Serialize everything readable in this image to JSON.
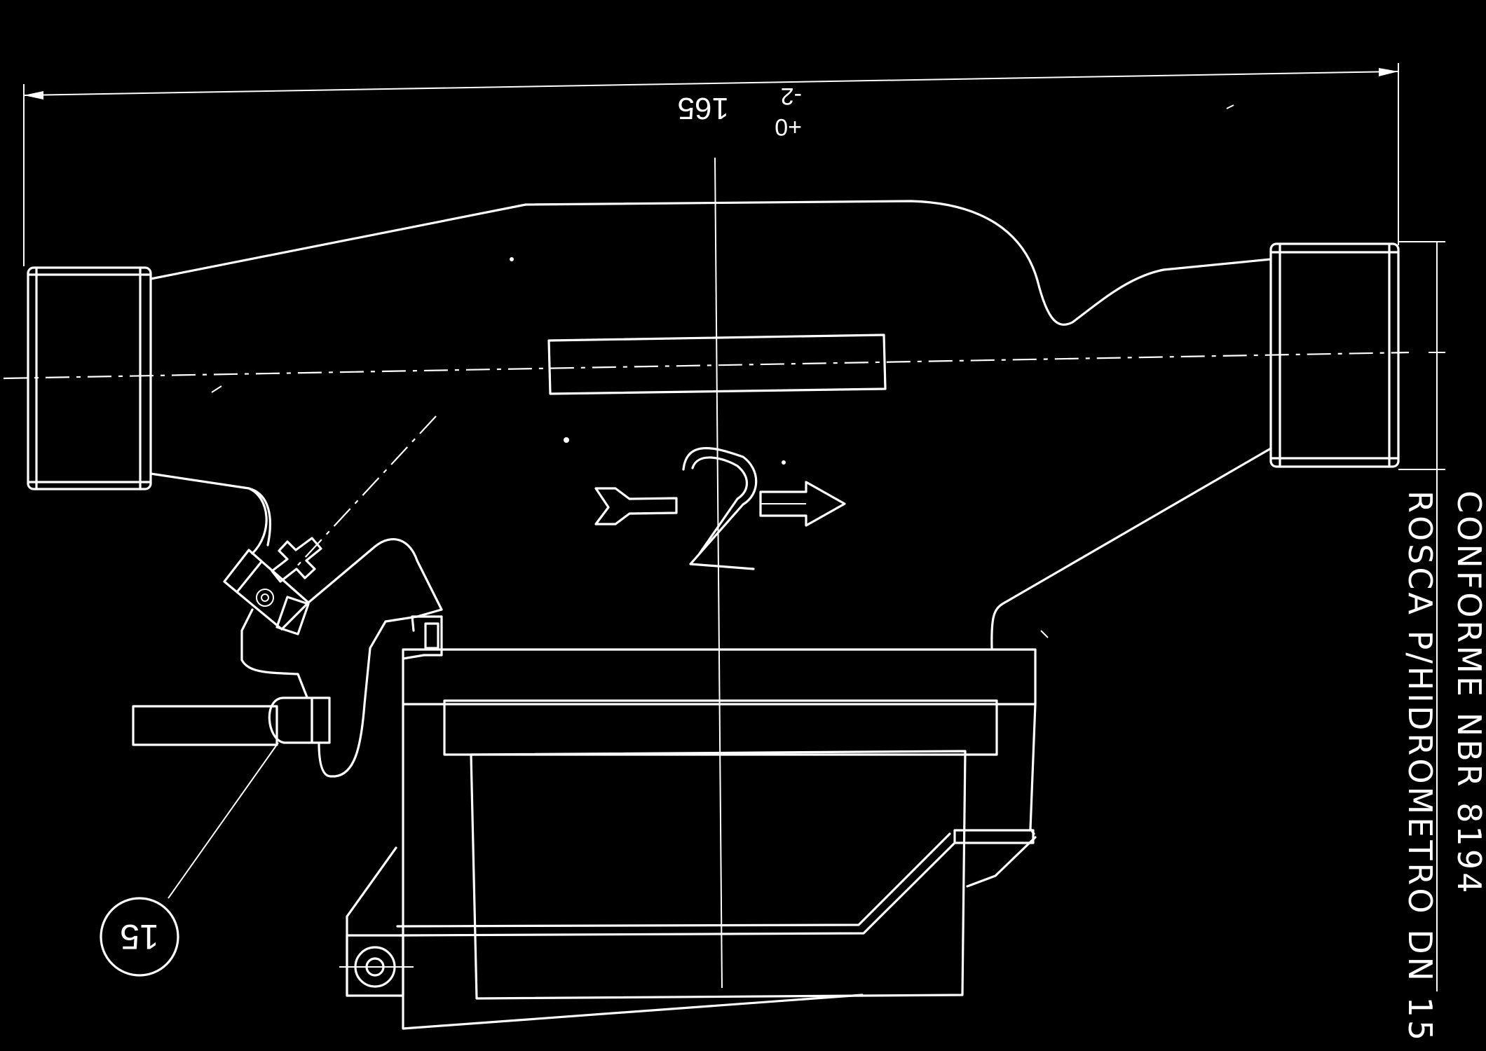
{
  "drawing": {
    "overall_length": "165",
    "tolerance_upper": "+0",
    "tolerance_lower": "-2",
    "note_line_1": "CONFORME NBR 8194",
    "note_line_2": "ROSCA P/HIDROMETRO DN 15",
    "part_balloon": "15",
    "colors": {
      "background": "#000000",
      "line": "#ffffff"
    }
  }
}
